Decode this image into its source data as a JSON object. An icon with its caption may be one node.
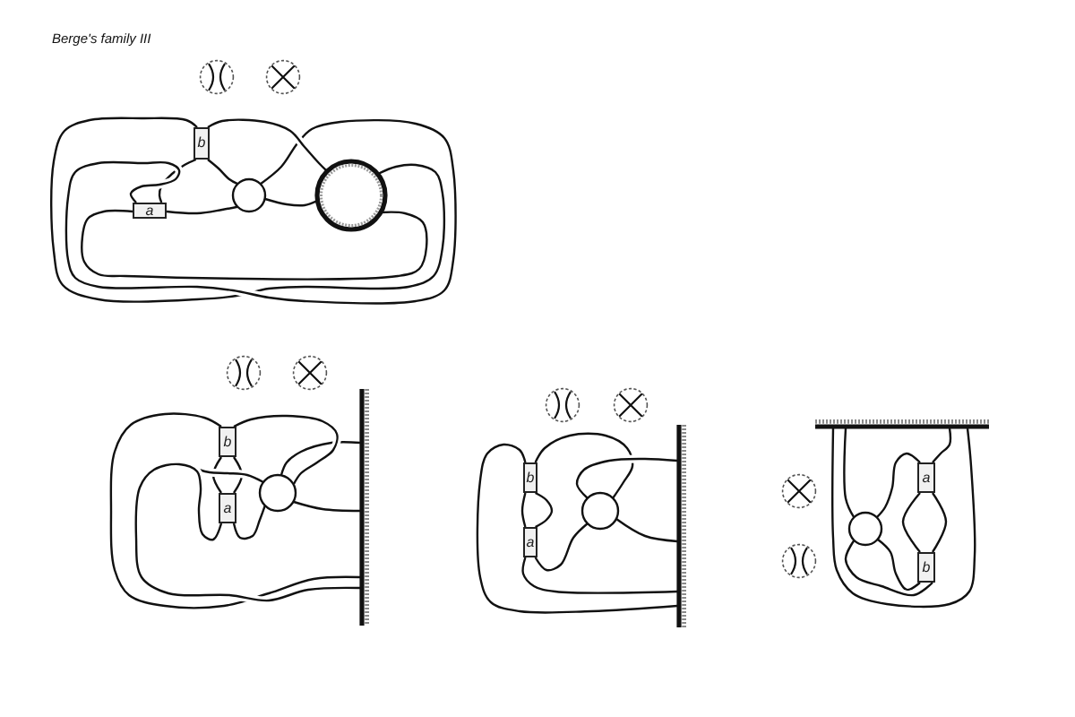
{
  "diagram": {
    "title": "Berge's family III",
    "nodes": [
      {
        "text": [
          "b"
        ]
      },
      {
        "text": [
          "a"
        ]
      },
      {
        "text": [
          "b"
        ]
      },
      {
        "text": [
          "a"
        ]
      },
      {
        "text": [
          "b"
        ]
      },
      {
        "text": [
          "a"
        ]
      },
      {
        "text": [
          "a"
        ]
      },
      {
        "text": [
          "b"
        ]
      }
    ],
    "edges": [
      {
        "from": 0,
        "to": 1,
        "arrow": "none"
      },
      {
        "from": 2,
        "to": 3,
        "arrow": "none"
      },
      {
        "from": 2,
        "to": 3,
        "arrow": "none"
      },
      {
        "from": 4,
        "to": 5,
        "arrow": "none"
      },
      {
        "from": 4,
        "to": 5,
        "arrow": "none"
      },
      {
        "from": 6,
        "to": 7,
        "arrow": "none"
      },
      {
        "from": 6,
        "to": 7,
        "arrow": "none"
      }
    ]
  }
}
